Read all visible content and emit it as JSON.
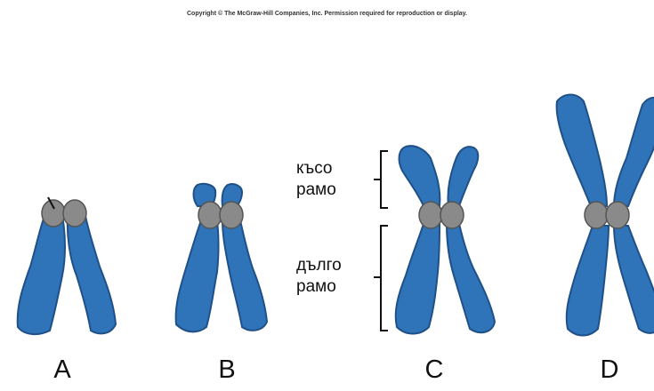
{
  "copyright": "Copyright © The McGraw-Hill Companies, Inc. Permission required for reproduction or display.",
  "colors": {
    "arm_fill": "#2f74b8",
    "arm_stroke": "#1f5088",
    "centromere_fill": "#8a8a8a",
    "centromere_stroke": "#555555",
    "bracket": "#111111"
  },
  "labels": {
    "short_arm": [
      "късо",
      "рамо"
    ],
    "long_arm": [
      "дълго",
      "рамо"
    ]
  },
  "chromosomes": [
    {
      "letter": "A"
    },
    {
      "letter": "B"
    },
    {
      "letter": "C"
    },
    {
      "letter": "D"
    }
  ]
}
